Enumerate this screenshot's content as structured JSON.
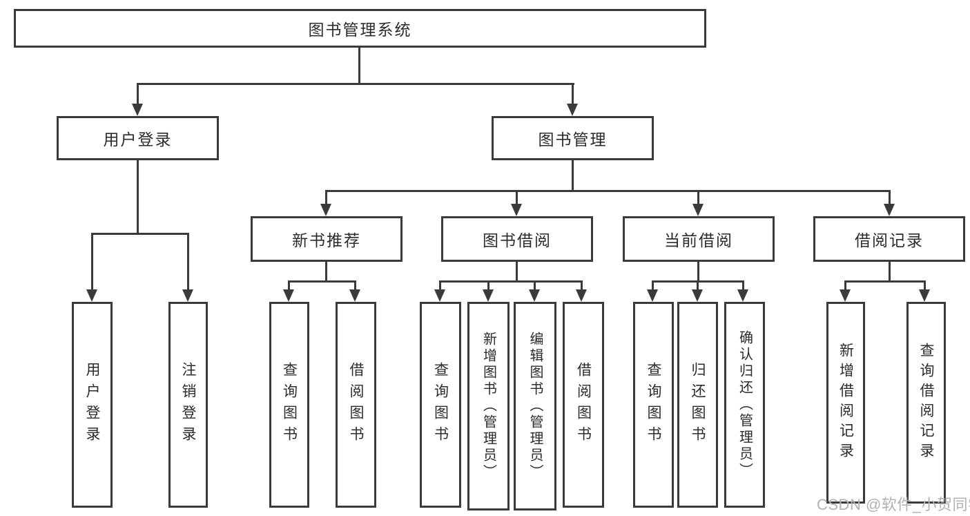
{
  "diagram": {
    "title": "图书管理系统",
    "nodes": {
      "root": "图书管理系统",
      "user_login": "用户登录",
      "book_management": "图书管理",
      "new_book_rec": "新书推荐",
      "book_borrow": "图书借阅",
      "current_borrow": "当前借阅",
      "borrow_records": "借阅记录",
      "ul_user_login": "用户登录",
      "ul_logout": "注销登录",
      "nb_query_books": "查询图书",
      "nb_borrow_books": "借阅图书",
      "bb_query_books": "查询图书",
      "bb_add_books": "新增图书（管理员）",
      "bb_edit_books": "编辑图书（管理员）",
      "bb_borrow_books": "借阅图书",
      "cb_query_books": "查询图书",
      "cb_return_books": "归还图书",
      "cb_confirm_return": "确认归还（管理员）",
      "br_add_record": "新增借阅记录",
      "br_query_record": "查询借阅记录"
    },
    "hierarchy": {
      "图书管理系统": {
        "用户登录": [
          "用户登录",
          "注销登录"
        ],
        "图书管理": {
          "新书推荐": [
            "查询图书",
            "借阅图书"
          ],
          "图书借阅": [
            "查询图书",
            "新增图书（管理员）",
            "编辑图书（管理员）",
            "借阅图书"
          ],
          "当前借阅": [
            "查询图书",
            "归还图书",
            "确认归还（管理员）"
          ],
          "借阅记录": [
            "新增借阅记录",
            "查询借阅记录"
          ]
        }
      }
    },
    "colors": {
      "line": "#3a3a3a",
      "text": "#2b2b2b",
      "background": "#ffffff",
      "watermark": "#b2b2b2"
    }
  },
  "watermark": {
    "text": "CSDN @软件_小贺同学"
  }
}
